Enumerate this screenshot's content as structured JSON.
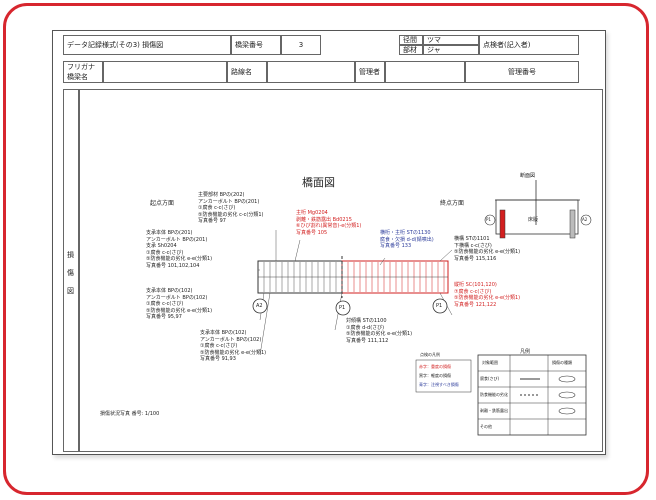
{
  "header": {
    "form_title": "データ記録様式(その3) 損傷図",
    "bridge_no_label": "橋梁番号",
    "page_no": "3",
    "span_label": "径間",
    "span_value": "ツマ",
    "member_label": "部材",
    "member_value": "ジャ",
    "inspector_label": "点検者(記入者)"
  },
  "row2": {
    "furigana_label": "フリガナ",
    "bridge_name_label": "橋梁名",
    "route_label": "路線名",
    "admin_label": "管理者",
    "manage_no_label": "管理番号"
  },
  "side_label": [
    "損",
    "傷",
    "図"
  ],
  "drawing": {
    "title": "橋面図",
    "left_dir": "起点方面",
    "right_dir": "終点方面",
    "inset": {
      "label": "断面図",
      "deck_text": "床版",
      "pier_left": "P1",
      "pier_right": "A2"
    },
    "nodes": {
      "a2": "A2",
      "p1": "P1",
      "p_mid": "P1"
    },
    "annotations": [
      {
        "lines": [
          "主要部材 BPの(202)",
          "アンカーボルト BPの(201)",
          "①腐食 c-c(さび)",
          "⑤防食機能の劣化 c-c(分類1)",
          "写真番号 97"
        ],
        "color": "black"
      },
      {
        "lines": [
          "主桁 Mg0204",
          "剥離・鉄筋露出 Bd0215",
          "⑥ひび割れ(異常音)-e(分類1)",
          "写真番号 105"
        ],
        "color": "red"
      },
      {
        "lines": [
          "支承本体 BPの(201)",
          "アンカーボルト BPの(201)",
          "支承 Sh0204",
          "①腐食 c-c(さび)",
          "⑤防食機能の劣化 e-e(分類1)",
          "写真番号 101,102,104"
        ],
        "color": "black"
      },
      {
        "lines": [
          "横桁・主桁 STの1130",
          "腐食・欠損 d-d(錆噴出)",
          "写真番号 133"
        ],
        "color": "blue"
      },
      {
        "lines": [
          "横構 STの1101",
          "下横構 c-c(さび)",
          "⑤防食機能の劣化 e-e(分類1)",
          "写真番号 115,116"
        ],
        "color": "black"
      },
      {
        "lines": [
          "支承本体 BPの(102)",
          "アンカーボルト BPの(102)",
          "①腐食 c-c(さび)",
          "⑤防食機能の劣化 e-e(分類1)",
          "写真番号 95,97"
        ],
        "color": "black"
      },
      {
        "lines": [
          "縦桁 SC(101,120)",
          "⑦腐食 c-c(さび)",
          "⑤防食機能の劣化 e-e(分類1)",
          "写真番号 121,122"
        ],
        "color": "red"
      },
      {
        "lines": [
          "対傾構 STの1100",
          "①腐食 d-d(さび)",
          "⑤防食機能の劣化 e-e(分類1)",
          "写真番号 111,112"
        ],
        "color": "black"
      },
      {
        "lines": [
          "支承本体 BPの(102)",
          "アンカーボルト BPの(102)",
          "①腐食 c-c(さび)",
          "⑤防食機能の劣化 e-e(分類1)",
          "写真番号 91,93"
        ],
        "color": "black"
      }
    ],
    "footer_note": "損傷状況写真 番号: 1/100",
    "legend": {
      "title": "凡例",
      "col1": "対象範囲",
      "col2": "損傷の種類",
      "rows": [
        "腐食(さび)",
        "防食機能の劣化",
        "剥離・鉄筋露出",
        "その他"
      ],
      "lines_title": "点検の凡例",
      "line_items": [
        "赤字：重度の損傷",
        "黒字：軽度の損傷",
        "青字：注視すべき損傷"
      ]
    }
  }
}
